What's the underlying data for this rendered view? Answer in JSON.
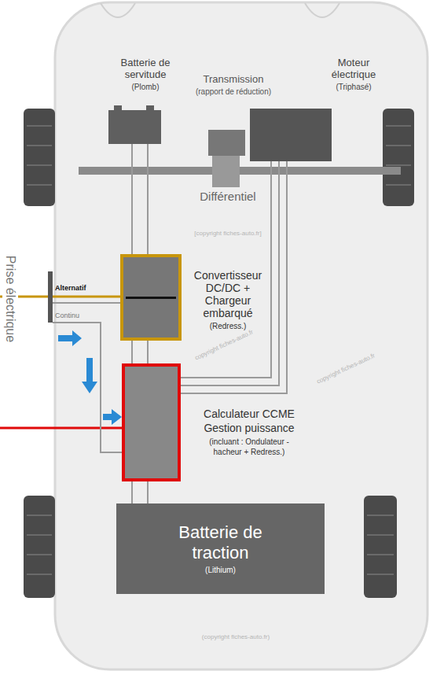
{
  "diagram": {
    "nodes": [
      {
        "text": [
          "Batterie de servitude",
          "(Plomb)"
        ]
      },
      {
        "text": [
          "Transmission",
          "(rapport de réduction)"
        ]
      },
      {
        "text": [
          "Moteur électrique",
          "(Triphasé)"
        ]
      },
      {
        "text": [
          "Différentiel"
        ]
      },
      {
        "text": [
          "Prise électrique"
        ]
      },
      {
        "text": [
          "Convertisseur DC/DC + Chargeur embarqué",
          "(Redress.)"
        ]
      },
      {
        "text": [
          "Calculateur CCME Gestion puissance",
          "(incluant : Ondulateur - hacheur + Redress.)"
        ]
      },
      {
        "text": [
          "Batterie de traction",
          "(Lithium)"
        ]
      }
    ],
    "edges": [
      {
        "from": 0,
        "to": 5,
        "arrow": "none"
      },
      {
        "from": 5,
        "to": 6,
        "arrow": "none"
      },
      {
        "from": 6,
        "to": 7,
        "arrow": "none"
      },
      {
        "from": 2,
        "to": 6,
        "arrow": "none"
      },
      {
        "from": 4,
        "to": 5,
        "arrow": "none"
      },
      {
        "from": 4,
        "to": 6,
        "arrow": "none"
      }
    ],
    "labels": [
      "Alternatif",
      "Continu",
      "[copyright fiches-auto.fr]",
      "copyright fiches-auto.fr",
      "copyright fiches-auto.fr",
      "(copyright fiches-auto.fr)"
    ]
  }
}
